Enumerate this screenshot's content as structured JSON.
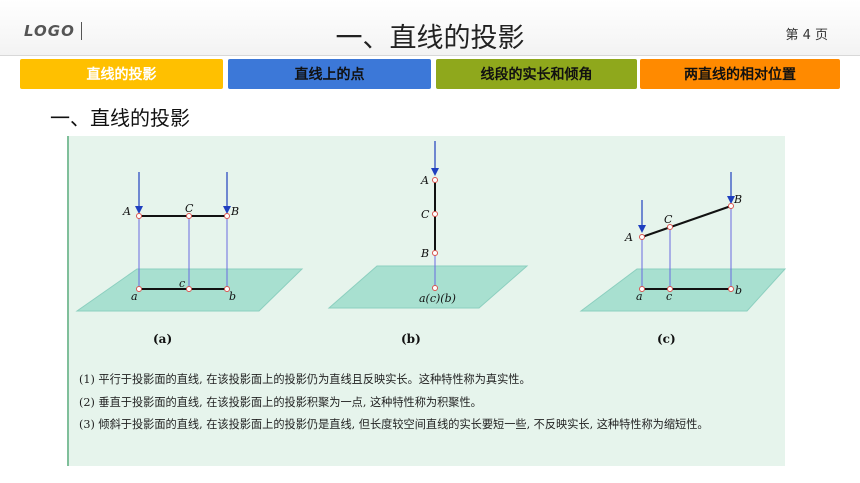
{
  "header": {
    "logo": "LOGO",
    "title": "一、直线的投影",
    "page": "第 4 页"
  },
  "nav": [
    {
      "label": "直线的投影",
      "color": "#ffc000"
    },
    {
      "label": "直线上的点",
      "color": "#3c78d8"
    },
    {
      "label": "线段的实长和倾角",
      "color": "#8fa81c"
    },
    {
      "label": "两直线的相对位置",
      "color": "#ff8a00"
    }
  ],
  "section_title": "一、直线的投影",
  "figure": {
    "a": {
      "caption": "(a)",
      "labels": {
        "A": "A",
        "C": "C",
        "B": "B",
        "a": "a",
        "c": "c",
        "b": "b"
      }
    },
    "b": {
      "caption": "(b)",
      "labels": {
        "A": "A",
        "C": "C",
        "B": "B",
        "proj": "a(c)(b)"
      }
    },
    "c": {
      "caption": "(c)",
      "labels": {
        "A": "A",
        "C": "C",
        "B": "B",
        "a": "a",
        "c": "c",
        "b": "b"
      }
    },
    "colors": {
      "plane": "#a8e0d0",
      "arrow": "#1f3fbf",
      "point": "#d9534f",
      "projector": "#6a6ae0"
    }
  },
  "notes": [
    "(1) 平行于投影面的直线, 在该投影面上的投影仍为直线且反映实长。这种特性称为真实性。",
    "(2) 垂直于投影面的直线, 在该投影面上的投影积聚为一点, 这种特性称为积聚性。",
    "(3) 倾斜于投影面的直线, 在该投影面上的投影仍是直线, 但长度较空间直线的实长要短一些, 不反映实长, 这种特性称为缩短性。"
  ]
}
